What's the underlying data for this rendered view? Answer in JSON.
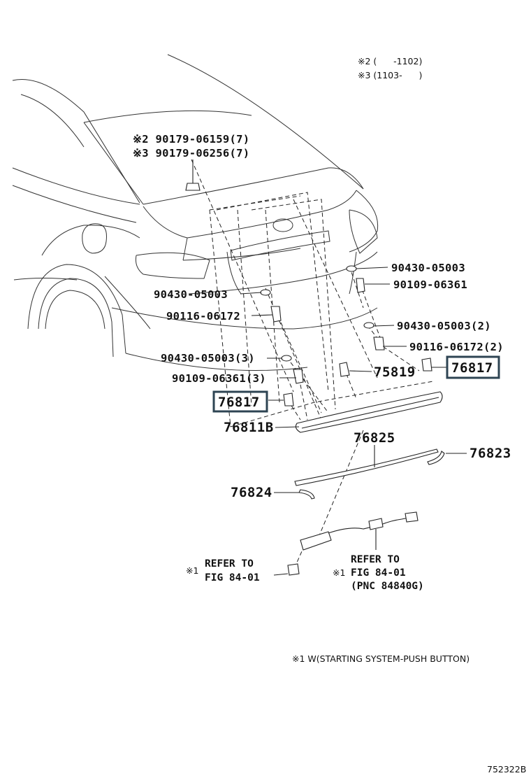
{
  "notes": {
    "note2": "※2 (      -1102)",
    "note3": "※3 (1103-      )",
    "footnote": "※1 W(STARTING SYSTEM-PUSH BUTTON)",
    "figure_id": "752322B"
  },
  "callouts": {
    "c1": "※2 90179-06159(7)",
    "c2": "※3 90179-06256(7)",
    "c3": "90430-05003",
    "c4": "90109-06361",
    "c5": "90430-05003",
    "c6": "90116-06172",
    "c7": "90430-05003(2)",
    "c8": "90116-06172(2)",
    "c9": "90430-05003(3)",
    "c10": "75819",
    "c11": "76817",
    "c12": "90109-06361(3)",
    "c13": "76817",
    "c14": "76811B",
    "c15": "76825",
    "c16": "76823",
    "c17": "76824"
  },
  "refs": {
    "left_mark": "※1",
    "left_line1": "REFER TO",
    "left_line2": "FIG 84-01",
    "right_mark": "※1",
    "right_line1": "REFER TO",
    "right_line2": "FIG 84-01",
    "right_line3": "(PNC 84840G)"
  },
  "highlight_color": "#2e4453"
}
